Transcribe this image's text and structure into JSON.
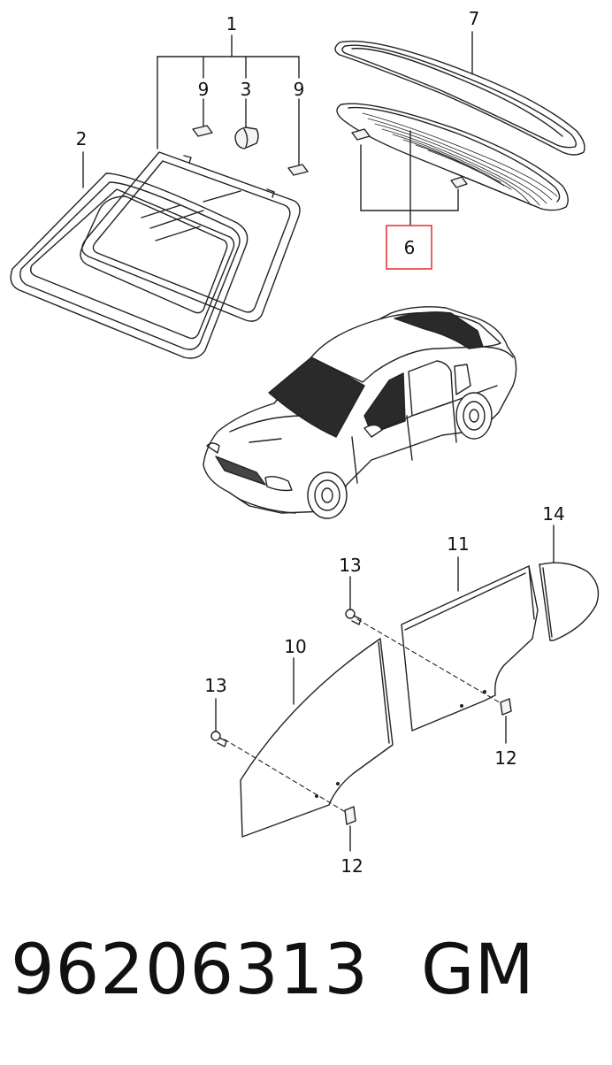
{
  "callouts": {
    "c1": "1",
    "c2": "2",
    "c3": "3",
    "c9a": "9",
    "c9b": "9",
    "c7": "7",
    "c6": "6",
    "c10": "10",
    "c11": "11",
    "c14": "14",
    "c13a": "13",
    "c13b": "13",
    "c12a": "12",
    "c12b": "12"
  },
  "highlight_color": "#e8383d",
  "part_number": "96206313",
  "brand": "GM"
}
